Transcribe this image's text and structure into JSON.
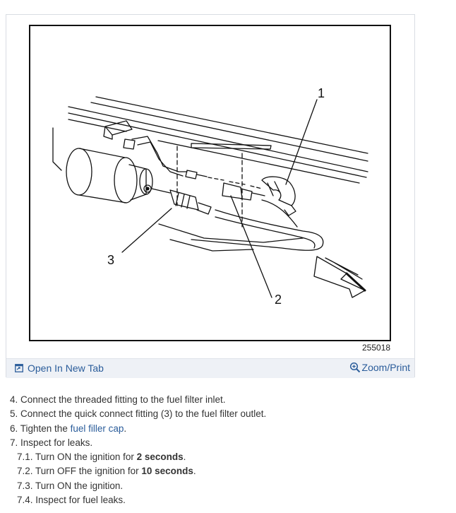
{
  "figure": {
    "callouts": [
      "1",
      "2",
      "3"
    ],
    "figure_number": "255018",
    "open_tab_label": "Open In New Tab",
    "zoom_print_label": "Zoom/Print",
    "icons": [
      "open-in-new-tab-icon",
      "zoom-icon"
    ],
    "link_color": "#2a5c9a",
    "toolbar_color": "#eef1f6"
  },
  "steps": [
    {
      "number": "4.",
      "text": "Connect the threaded fitting to the fuel filter inlet."
    },
    {
      "number": "5.",
      "text": "Connect the quick connect fitting (3) to the fuel filter outlet."
    },
    {
      "number": "6.",
      "prefix": "Tighten the ",
      "link": "fuel filler cap",
      "suffix": "."
    },
    {
      "number": "7.",
      "text": "Inspect for leaks."
    },
    {
      "number": "7.1.",
      "prefix": "Turn ON the ignition for ",
      "bold": "2 seconds",
      "suffix": "."
    },
    {
      "number": "7.2.",
      "prefix": "Turn OFF the ignition for ",
      "bold": "10 seconds",
      "suffix": "."
    },
    {
      "number": "7.3.",
      "text": "Turn ON the ignition."
    },
    {
      "number": "7.4.",
      "text": "Inspect for fuel leaks."
    }
  ]
}
